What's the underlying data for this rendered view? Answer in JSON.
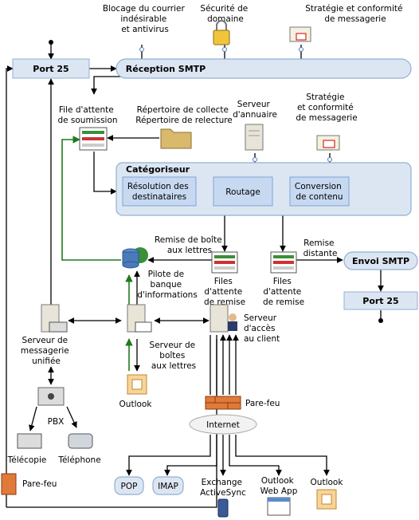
{
  "top_labels": {
    "spam": [
      "Blocage du courrier",
      "indésirable",
      "et antivirus"
    ],
    "domain_security": [
      "Sécurité de",
      "domaine"
    ],
    "policy_top": [
      "Stratégie et conformité",
      "de messagerie"
    ]
  },
  "port25_top": "Port 25",
  "smtp_receive": "Réception SMTP",
  "submission_queue": [
    "File d'attente",
    "de soumission"
  ],
  "pickup": [
    "Répertoire de collecte",
    "Répertoire de relecture"
  ],
  "directory_server": [
    "Serveur",
    "d'annuaire"
  ],
  "policy_mid": [
    "Stratégie",
    "et conformité",
    "de messagerie"
  ],
  "categorizer": {
    "title": "Catégoriseur",
    "resolution": [
      "Résolution des",
      "destinataires"
    ],
    "routing": "Routage",
    "conversion": [
      "Conversion",
      "de contenu"
    ]
  },
  "mailbox_delivery": [
    "Remise de boîte",
    "aux lettres"
  ],
  "store_driver": [
    "Pilote de",
    "banque",
    "d'informations"
  ],
  "delivery_queues_1": [
    "Files",
    "d'attente",
    "de remise"
  ],
  "delivery_queues_2": [
    "Files",
    "d'attente",
    "de remise"
  ],
  "remote_delivery": [
    "Remise",
    "distante"
  ],
  "smtp_send": "Envoi SMTP",
  "port25_bottom": "Port 25",
  "um_server": [
    "Serveur de",
    "messagerie",
    "unifiée"
  ],
  "mailbox_server": [
    "Serveur de",
    "boîtes",
    "aux lettres"
  ],
  "cas": [
    "Serveur",
    "d'accès",
    "au client"
  ],
  "outlook_left": "Outlook",
  "firewall_right": "Pare-feu",
  "internet": "Internet",
  "pbx": "PBX",
  "fax": "Télécopie",
  "phone": "Téléphone",
  "firewall_left": "Pare-feu",
  "clients": {
    "pop": "POP",
    "imap": "IMAP",
    "activesync": [
      "Exchange",
      "ActiveSync"
    ],
    "owa": [
      "Outlook",
      "Web App"
    ],
    "outlook": "Outlook"
  }
}
